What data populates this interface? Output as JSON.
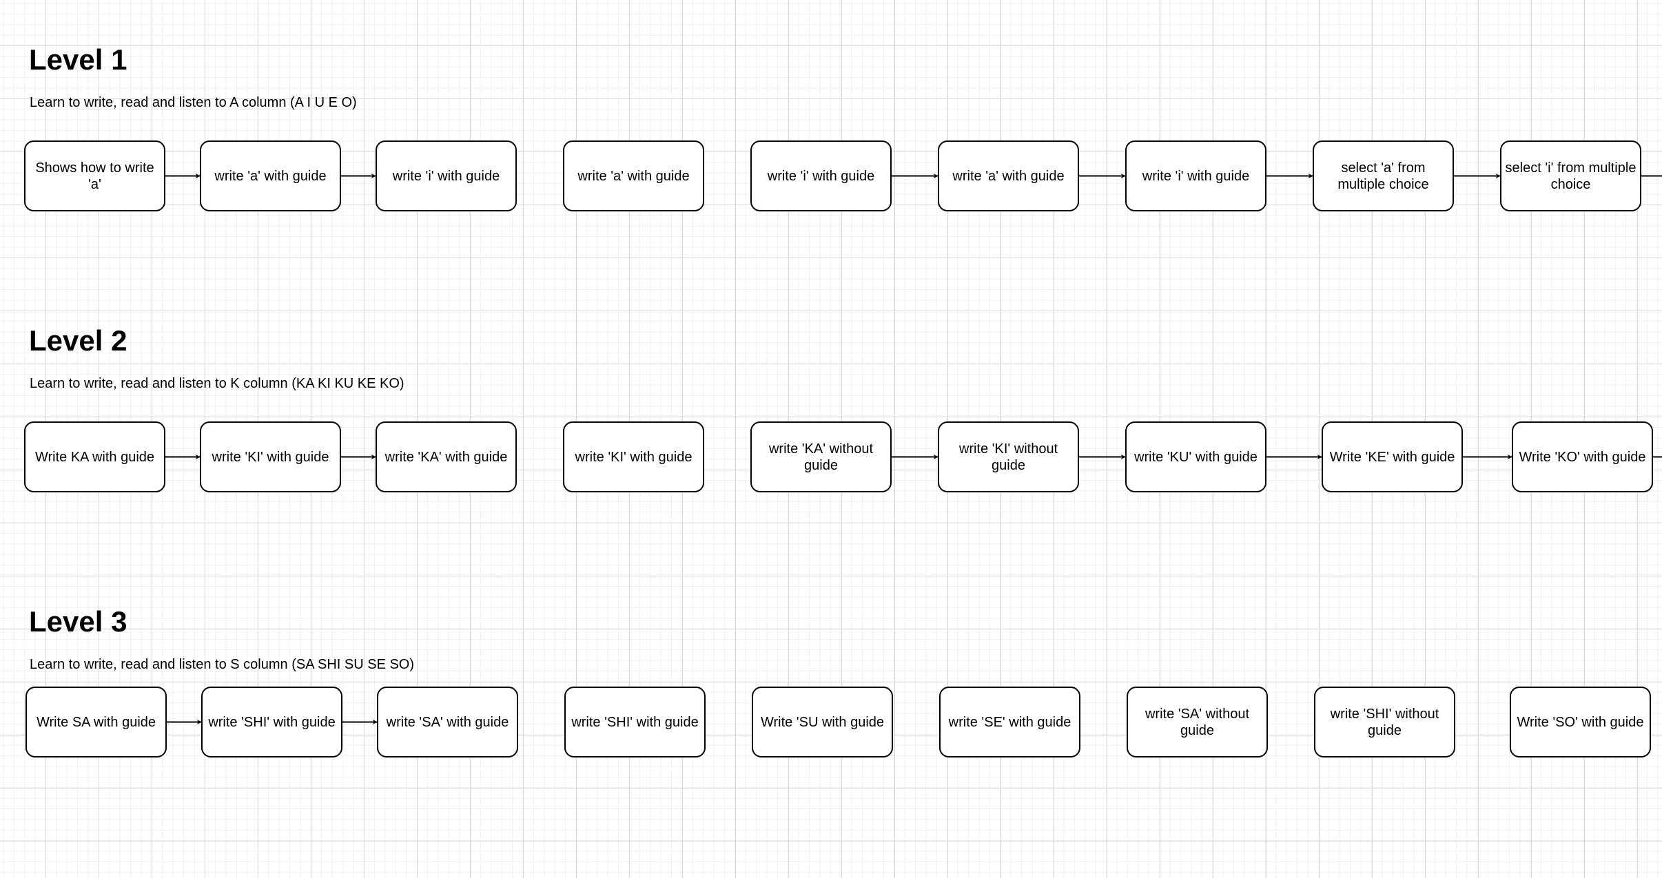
{
  "levels": [
    {
      "title": "Level 1",
      "subtitle": "Learn to write, read and listen to A column (A I U E O)",
      "steps": [
        "Shows how to write 'a'",
        "write 'a' with guide",
        "write 'i' with guide",
        "write 'a' with guide",
        "write 'i' with guide",
        "write 'a' with guide",
        "write 'i' with guide",
        "select 'a' from multiple choice",
        "select 'i' from multiple choice"
      ],
      "connections": [
        [
          0,
          1
        ],
        [
          1,
          2
        ],
        [
          4,
          5
        ],
        [
          5,
          6
        ],
        [
          6,
          7
        ],
        [
          7,
          8
        ]
      ],
      "continues_off_page": true
    },
    {
      "title": "Level 2",
      "subtitle": "Learn to write, read and listen to K column (KA KI KU KE KO)",
      "steps": [
        "Write KA with guide",
        "write 'KI' with guide",
        "write 'KA' with guide",
        "write 'KI' with guide",
        "write 'KA' without guide",
        "write 'KI' without guide",
        "write 'KU' with guide",
        "Write 'KE' with guide",
        "Write 'KO' with guide"
      ],
      "connections": [
        [
          0,
          1
        ],
        [
          1,
          2
        ],
        [
          4,
          5
        ],
        [
          5,
          6
        ],
        [
          6,
          7
        ],
        [
          7,
          8
        ]
      ],
      "continues_off_page": true
    },
    {
      "title": "Level 3",
      "subtitle": "Learn to write, read and listen to S column (SA SHI SU SE SO)",
      "steps": [
        "Write SA with guide",
        "write 'SHI' with guide",
        "write 'SA' with guide",
        "write 'SHI' with guide",
        "Write 'SU with guide",
        "write 'SE' with guide",
        "write 'SA' without guide",
        "write 'SHI' without guide",
        "Write 'SO' with guide"
      ],
      "connections": [
        [
          0,
          1
        ],
        [
          1,
          2
        ]
      ],
      "continues_off_page": false
    }
  ]
}
